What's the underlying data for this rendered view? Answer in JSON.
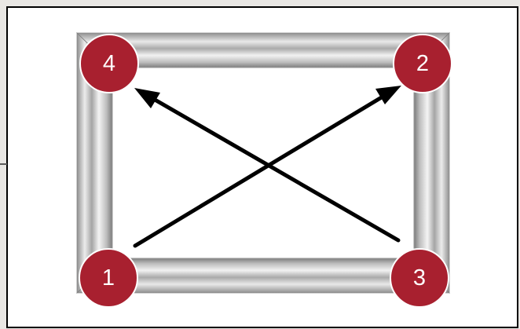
{
  "markers": [
    {
      "id": "1",
      "label": "1"
    },
    {
      "id": "2",
      "label": "2"
    },
    {
      "id": "3",
      "label": "3"
    },
    {
      "id": "4",
      "label": "4"
    }
  ],
  "colors": {
    "marker_fill": "#a8202f",
    "marker_text": "#ffffff",
    "arrow": "#000000",
    "frame_silver": "#b9b9b9",
    "background": "#e9e7e4"
  },
  "connections": [
    {
      "from": "1",
      "to": "2"
    },
    {
      "from": "3",
      "to": "4"
    }
  ]
}
